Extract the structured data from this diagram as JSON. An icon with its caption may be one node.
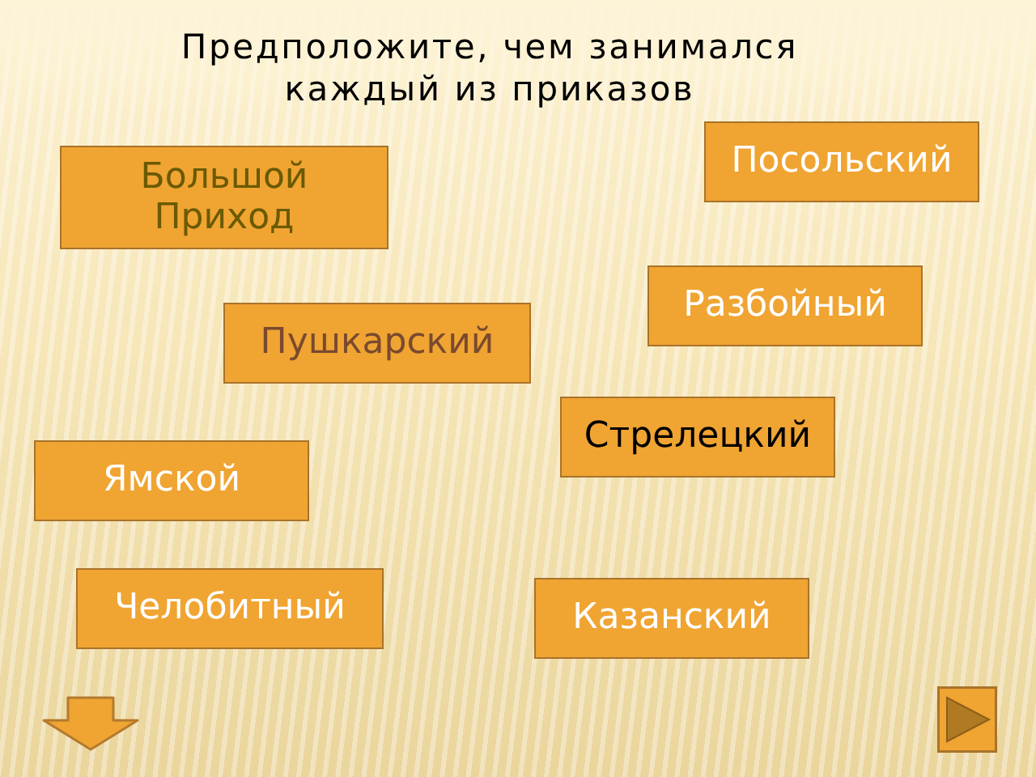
{
  "diagram": {
    "title": "Предположите, чем занимался каждый из приказов",
    "nodes": [
      {
        "text": [
          "Посольский"
        ]
      },
      {
        "text": [
          "Большой Приход"
        ]
      },
      {
        "text": [
          "Разбойный"
        ]
      },
      {
        "text": [
          "Пушкарский"
        ]
      },
      {
        "text": [
          "Стрелецкий"
        ]
      },
      {
        "text": [
          "Ямской"
        ]
      },
      {
        "text": [
          "Челобитный"
        ]
      },
      {
        "text": [
          "Казанский"
        ]
      }
    ]
  }
}
